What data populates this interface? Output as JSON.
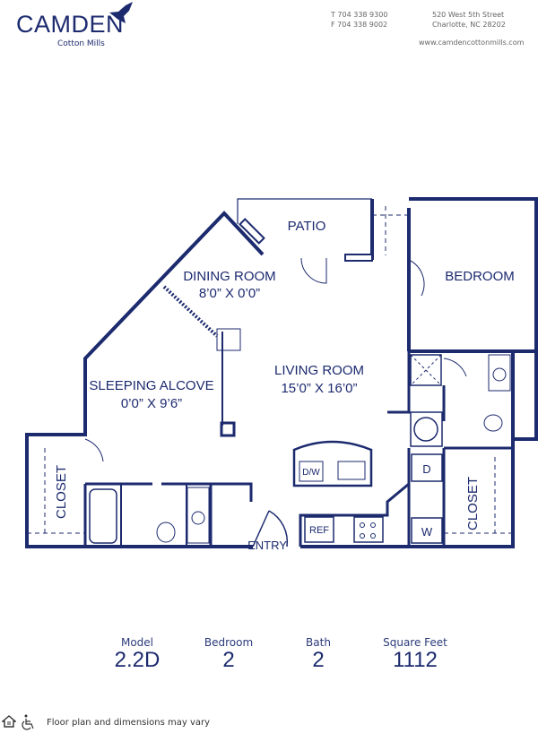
{
  "brand": {
    "name": "Camden",
    "community": "Cotton Mills",
    "color": "#1c2a6e"
  },
  "contact": {
    "phone": "T 704 338 9300",
    "fax": "F 704 338 9002",
    "street": "520 West 5th Street",
    "city": "Charlotte, NC 28202",
    "website": "www.camdencottonmills.com"
  },
  "plan": {
    "patio": "PATIO",
    "dining": {
      "name": "DINING ROOM",
      "size": "8’0” X 0’0”"
    },
    "bedroom": "BEDROOM",
    "living": {
      "name": "LIVING ROOM",
      "size": "15’0” X 16’0”"
    },
    "alcove": {
      "name": "SLEEPING ALCOVE",
      "size": "0’0” X 9’6”"
    },
    "closet_left": "CLOSET",
    "closet_right": "CLOSET",
    "entry": "ENTRY",
    "ref": "REF",
    "dw": "D/W",
    "dryer": "D",
    "washer": "W"
  },
  "stats": [
    {
      "label": "Model",
      "value": "2.2D"
    },
    {
      "label": "Bedroom",
      "value": "2"
    },
    {
      "label": "Bath",
      "value": "2"
    },
    {
      "label": "Square Feet",
      "value": "1112"
    }
  ],
  "footer": {
    "icons": [
      "equal-housing-icon",
      "accessibility-icon"
    ],
    "note": "Floor plan and dimensions may vary"
  }
}
